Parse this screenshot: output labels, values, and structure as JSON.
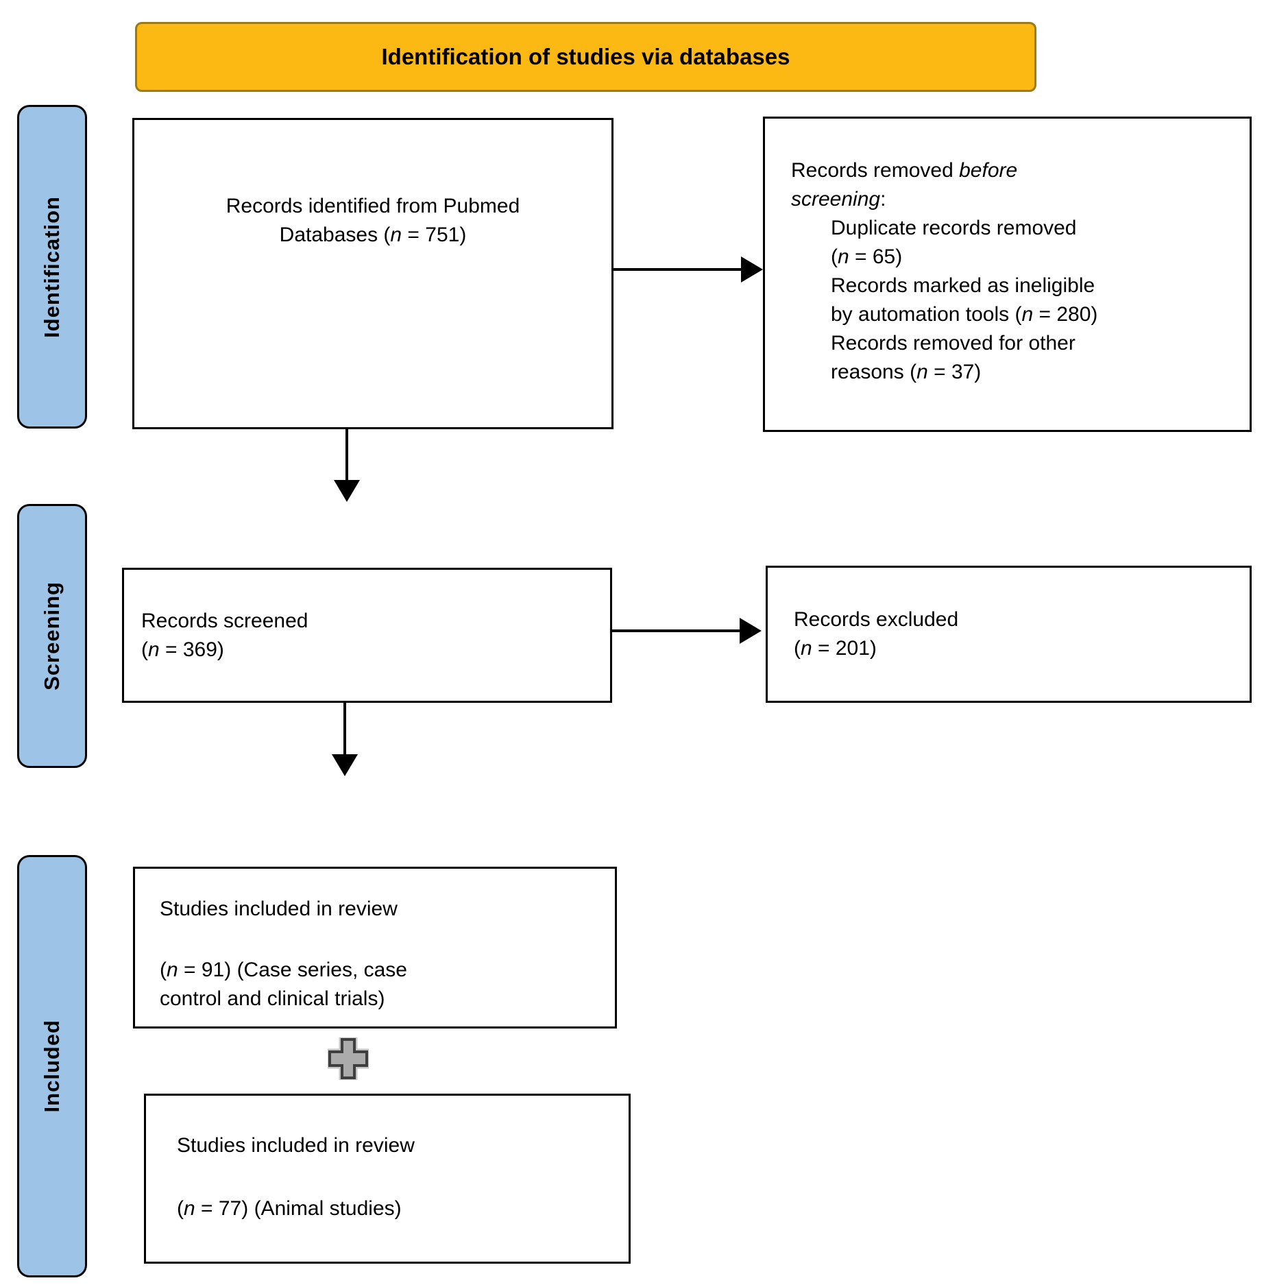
{
  "header": {
    "title": "Identification of studies via databases"
  },
  "stages": {
    "identification": {
      "label": "Identification"
    },
    "screening": {
      "label": "Screening"
    },
    "included": {
      "label": "Included"
    }
  },
  "boxes": {
    "identified": {
      "line1": "Records identified from Pubmed",
      "line2_pre": "Databases (",
      "line2_n": "n",
      "line2_post": " = 751)"
    },
    "removed": {
      "intro_l1_pre": "Records removed ",
      "intro_l1_italic": "before",
      "intro_l2_italic": "screening",
      "intro_l2_colon": ":",
      "item1_line1": "Duplicate records removed",
      "item1_line2_pre": "(",
      "item1_line2_n": "n",
      "item1_line2_post": " = 65)",
      "item2_line1": "Records marked as ineligible",
      "item2_line2_pre": "by automation tools (",
      "item2_line2_n": "n",
      "item2_line2_post": " = 280)",
      "item3_line1": "Records removed for other",
      "item3_line2_pre": "reasons (",
      "item3_line2_n": "n",
      "item3_line2_post": " = 37)"
    },
    "screened": {
      "line1": "Records screened",
      "line2_pre": "(",
      "line2_n": "n",
      "line2_post": " = 369)"
    },
    "excluded": {
      "line1": "Records excluded",
      "line2_pre": "(",
      "line2_n": "n",
      "line2_post": " = 201)"
    },
    "included_human": {
      "line1": "Studies included in review",
      "line2_pre": "(",
      "line2_n": "n",
      "line2_post": " = 91) (Case series, case",
      "line3": "control and clinical trials)"
    },
    "included_animal": {
      "line1": "Studies included in review",
      "line2_pre": "(",
      "line2_n": "n",
      "line2_post": " = 77) (Animal studies)"
    }
  },
  "icons": {
    "connector": "plus-icon"
  },
  "colors": {
    "header_bg": "#FDB913",
    "header_border": "#9C7A12",
    "stage_bg": "#9DC3E6",
    "stage_border": "#000000",
    "box_border": "#000000",
    "arrow": "#000000",
    "plus_fill": "#ABABAB",
    "plus_border": "#3F3F3F",
    "plus_outline": "#C4C4C4",
    "text": "#000000"
  }
}
